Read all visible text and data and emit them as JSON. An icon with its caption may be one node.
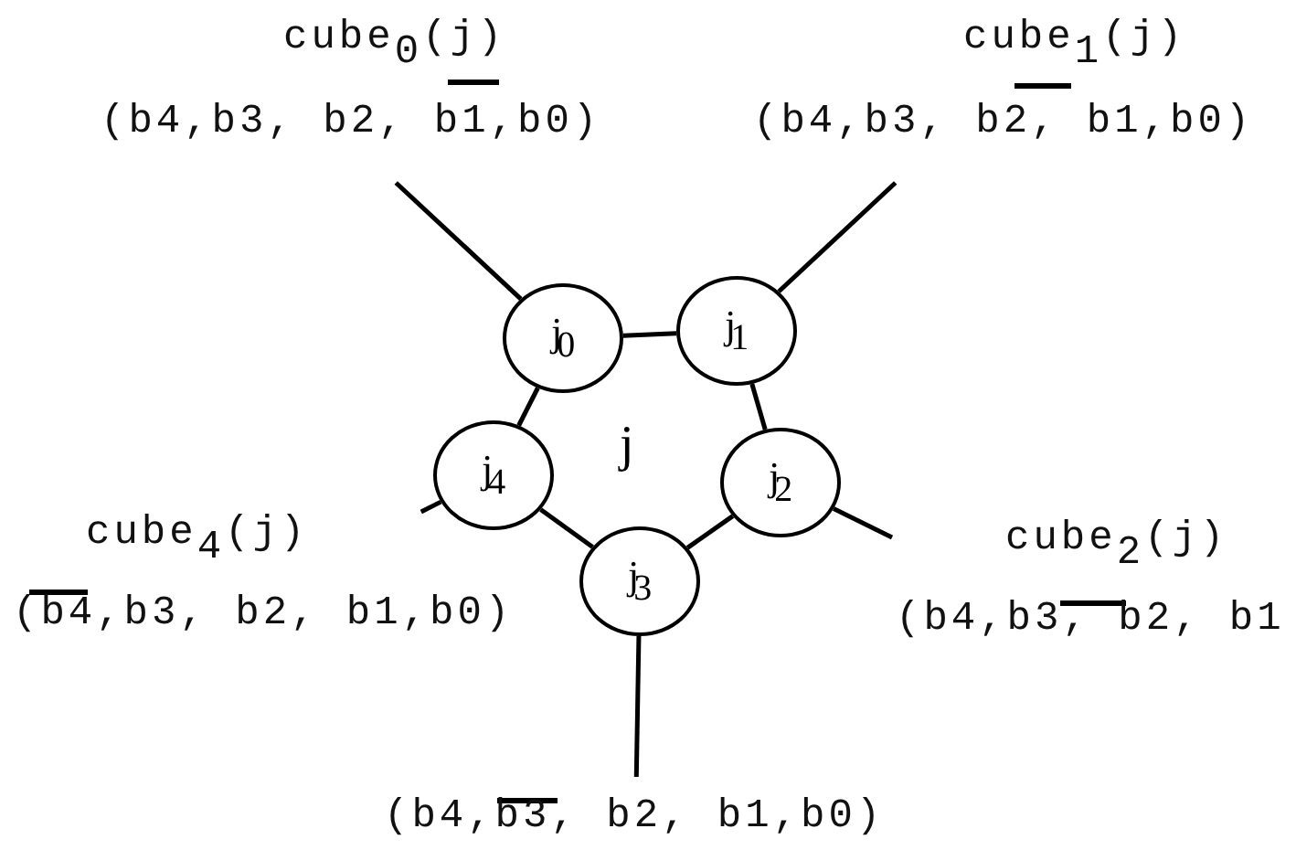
{
  "diagram": {
    "nodes": [
      {
        "text": [
          "j$_{0}$"
        ]
      },
      {
        "text": [
          "j$_{1}$"
        ]
      },
      {
        "text": [
          "j$_{2}$"
        ]
      },
      {
        "text": [
          "j$_{3}$"
        ]
      },
      {
        "text": [
          "j$_{4}$"
        ]
      },
      {
        "text": [
          "cube$_{0}$(j)",
          "(b4,b3, b2, b1,b0)"
        ]
      },
      {
        "text": [
          "cube$_{1}$(j)",
          "(b4,b3, b2, b1,b0)"
        ]
      },
      {
        "text": [
          "cube$_{2}$(j)",
          "(b4,b3, b2, b1"
        ]
      },
      {
        "text": [
          "(b4,b3, b2, b1,b0)"
        ]
      },
      {
        "text": [
          "cube$_{4}$(j)",
          "(b4,b3, b2, b1,b0)"
        ]
      }
    ],
    "edges": [
      {
        "from": 0,
        "to": 1,
        "arrow": "none"
      },
      {
        "from": 1,
        "to": 2,
        "arrow": "none"
      },
      {
        "from": 2,
        "to": 3,
        "arrow": "none"
      },
      {
        "from": 3,
        "to": 4,
        "arrow": "none"
      },
      {
        "from": 4,
        "to": 0,
        "arrow": "none"
      },
      {
        "from": 0,
        "to": 5,
        "arrow": "none"
      },
      {
        "from": 1,
        "to": 6,
        "arrow": "none"
      },
      {
        "from": 2,
        "to": 7,
        "arrow": "none"
      },
      {
        "from": 3,
        "to": 8,
        "arrow": "none"
      },
      {
        "from": 4,
        "to": 9,
        "arrow": "none"
      }
    ],
    "labels": [
      "j"
    ]
  }
}
